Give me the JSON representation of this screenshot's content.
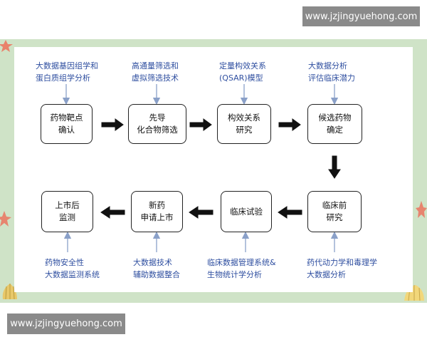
{
  "watermark": {
    "text": "www.jzjingyuehong.com"
  },
  "flow": {
    "steps": [
      {
        "line1": "药物靶点",
        "line2": "确认"
      },
      {
        "line1": "先导",
        "line2": "化合物筛选"
      },
      {
        "line1": "构效关系",
        "line2": "研究"
      },
      {
        "line1": "候选药物",
        "line2": "确定"
      },
      {
        "line1": "临床前",
        "line2": "研究"
      },
      {
        "line1": "临床试验",
        "line2": ""
      },
      {
        "line1": "新药",
        "line2": "申请上市"
      },
      {
        "line1": "上市后",
        "line2": "监测"
      }
    ],
    "notes": [
      {
        "line1": "大数据基因组学和",
        "line2": "蛋白质组学分析"
      },
      {
        "line1": "高通量筛选和",
        "line2": "虚拟筛选技术"
      },
      {
        "line1": "定量构效关系",
        "line2": "(QSAR)模型"
      },
      {
        "line1": "大数据分析",
        "line2": "评估临床潜力"
      },
      {
        "line1": "药代动力学和毒理学",
        "line2": "大数据分析"
      },
      {
        "line1": "临床数据管理系统&",
        "line2": "生物统计学分析"
      },
      {
        "line1": "大数据技术",
        "line2": "辅助数据整合"
      },
      {
        "line1": "药物安全性",
        "line2": "大数据监测系统"
      }
    ]
  },
  "colors": {
    "note_text": "#2f4fa0",
    "band": "#cfe3c7",
    "arrow": "#111111",
    "connector": "#8aa0c8"
  }
}
